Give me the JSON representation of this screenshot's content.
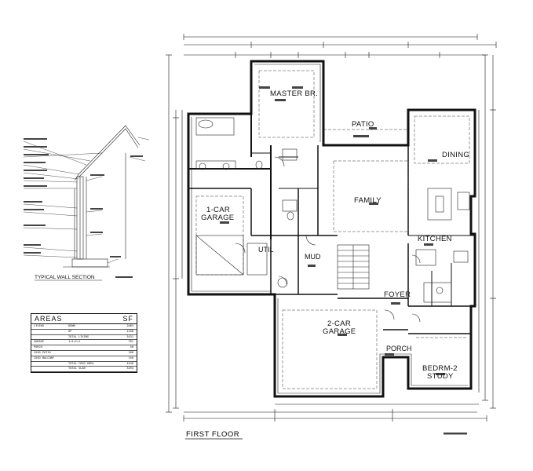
{
  "rooms": {
    "master": "MASTER BR.",
    "patio": "PATIO",
    "dining": "DINING",
    "family": "FAMILY",
    "garage1": "1-CAR",
    "garage1b": "GARAGE",
    "util": "UTIL",
    "mud": "MUD",
    "kitchen": "KITCHEN",
    "foyer": "FOYER",
    "garage2": "2-CAR",
    "garage2b": "GARAGE",
    "porch": "PORCH",
    "bedrm": "BEDRM-2",
    "study": "STUDY"
  },
  "titles": {
    "first_floor": "FIRST FLOOR",
    "wall_section": "TYPICAL WALL SECTION"
  },
  "areas": {
    "header_left": "AREAS",
    "header_right": "SF",
    "rows": [
      {
        "name": "LIVING",
        "sub": "DOWN",
        "sf": "2083"
      },
      {
        "name": "",
        "sub": "UP",
        "sf": "1348"
      },
      {
        "name": "",
        "sub": "TOTAL LIVING",
        "sf": "3431"
      },
      {
        "name": "GARAGE",
        "sub": "1+1+2+1",
        "sf": "701"
      },
      {
        "name": "PORCH",
        "sub": "",
        "sf": "50"
      },
      {
        "name": "COVD PATIO",
        "sub": "",
        "sf": "108"
      },
      {
        "name": "COVD BALCONY",
        "sub": "",
        "sf": "156"
      },
      {
        "name": "",
        "sub": "TOTAL COVD AREA",
        "sf": "4446"
      },
      {
        "name": "",
        "sub": "TOTAL SLAB",
        "sf": "3294"
      }
    ]
  }
}
